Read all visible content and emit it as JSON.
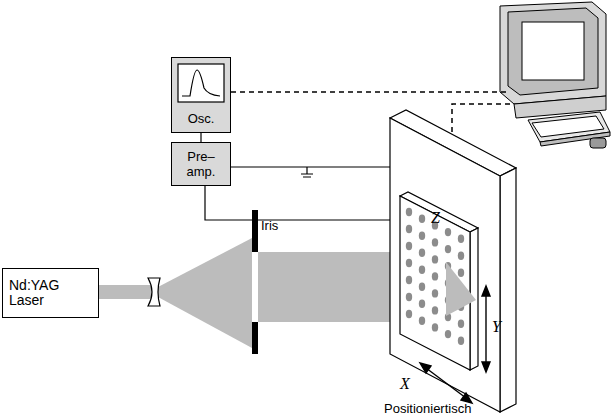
{
  "diagram": {
    "nodes": [
      {
        "text": [
          "Nd:YAG Laser"
        ]
      },
      {
        "text": [
          "Osc."
        ]
      },
      {
        "text": [
          "Pre– amp."
        ]
      }
    ],
    "edges": [
      {
        "from": 1,
        "to": 2,
        "arrow": "none"
      }
    ],
    "labels": [
      "Iris",
      "Z",
      "X",
      "Y",
      "Positioniertisch"
    ]
  }
}
